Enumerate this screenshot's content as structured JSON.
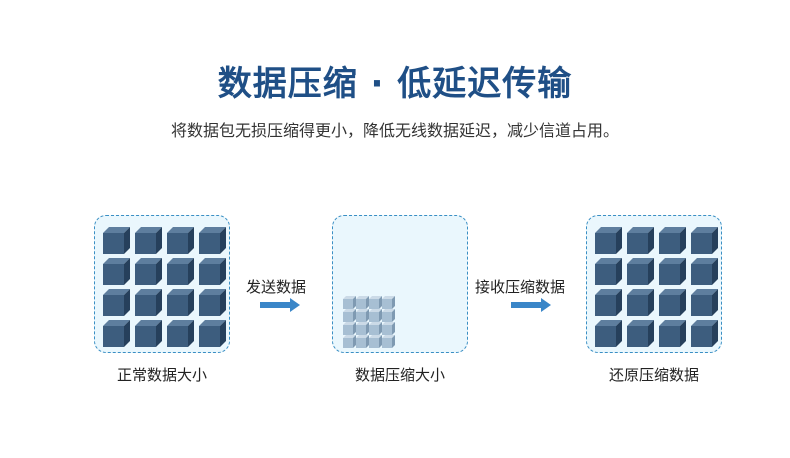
{
  "header": {
    "title": "数据压缩 · 低延迟传输",
    "subtitle": "将数据包无损压缩得更小，降低无线数据延迟，减少信道占用。"
  },
  "panels": [
    {
      "caption": "正常数据大小"
    },
    {
      "caption": "数据压缩大小"
    },
    {
      "caption": "还原压缩数据"
    }
  ],
  "arrows": [
    {
      "label": "发送数据"
    },
    {
      "label": "接收压缩数据"
    }
  ],
  "colors": {
    "title": "#1f4f86",
    "panel_border": "#3a8fc4",
    "panel_fill": "#eaf7fd",
    "cube_front": "#3d5d7e",
    "cube_top": "#5e7e9e",
    "cube_side": "#26405c",
    "small_cube_front": "#a7bfd3",
    "small_cube_top": "#cbdae7",
    "small_cube_side": "#7f9ab2",
    "arrow": "#3a86c8"
  }
}
